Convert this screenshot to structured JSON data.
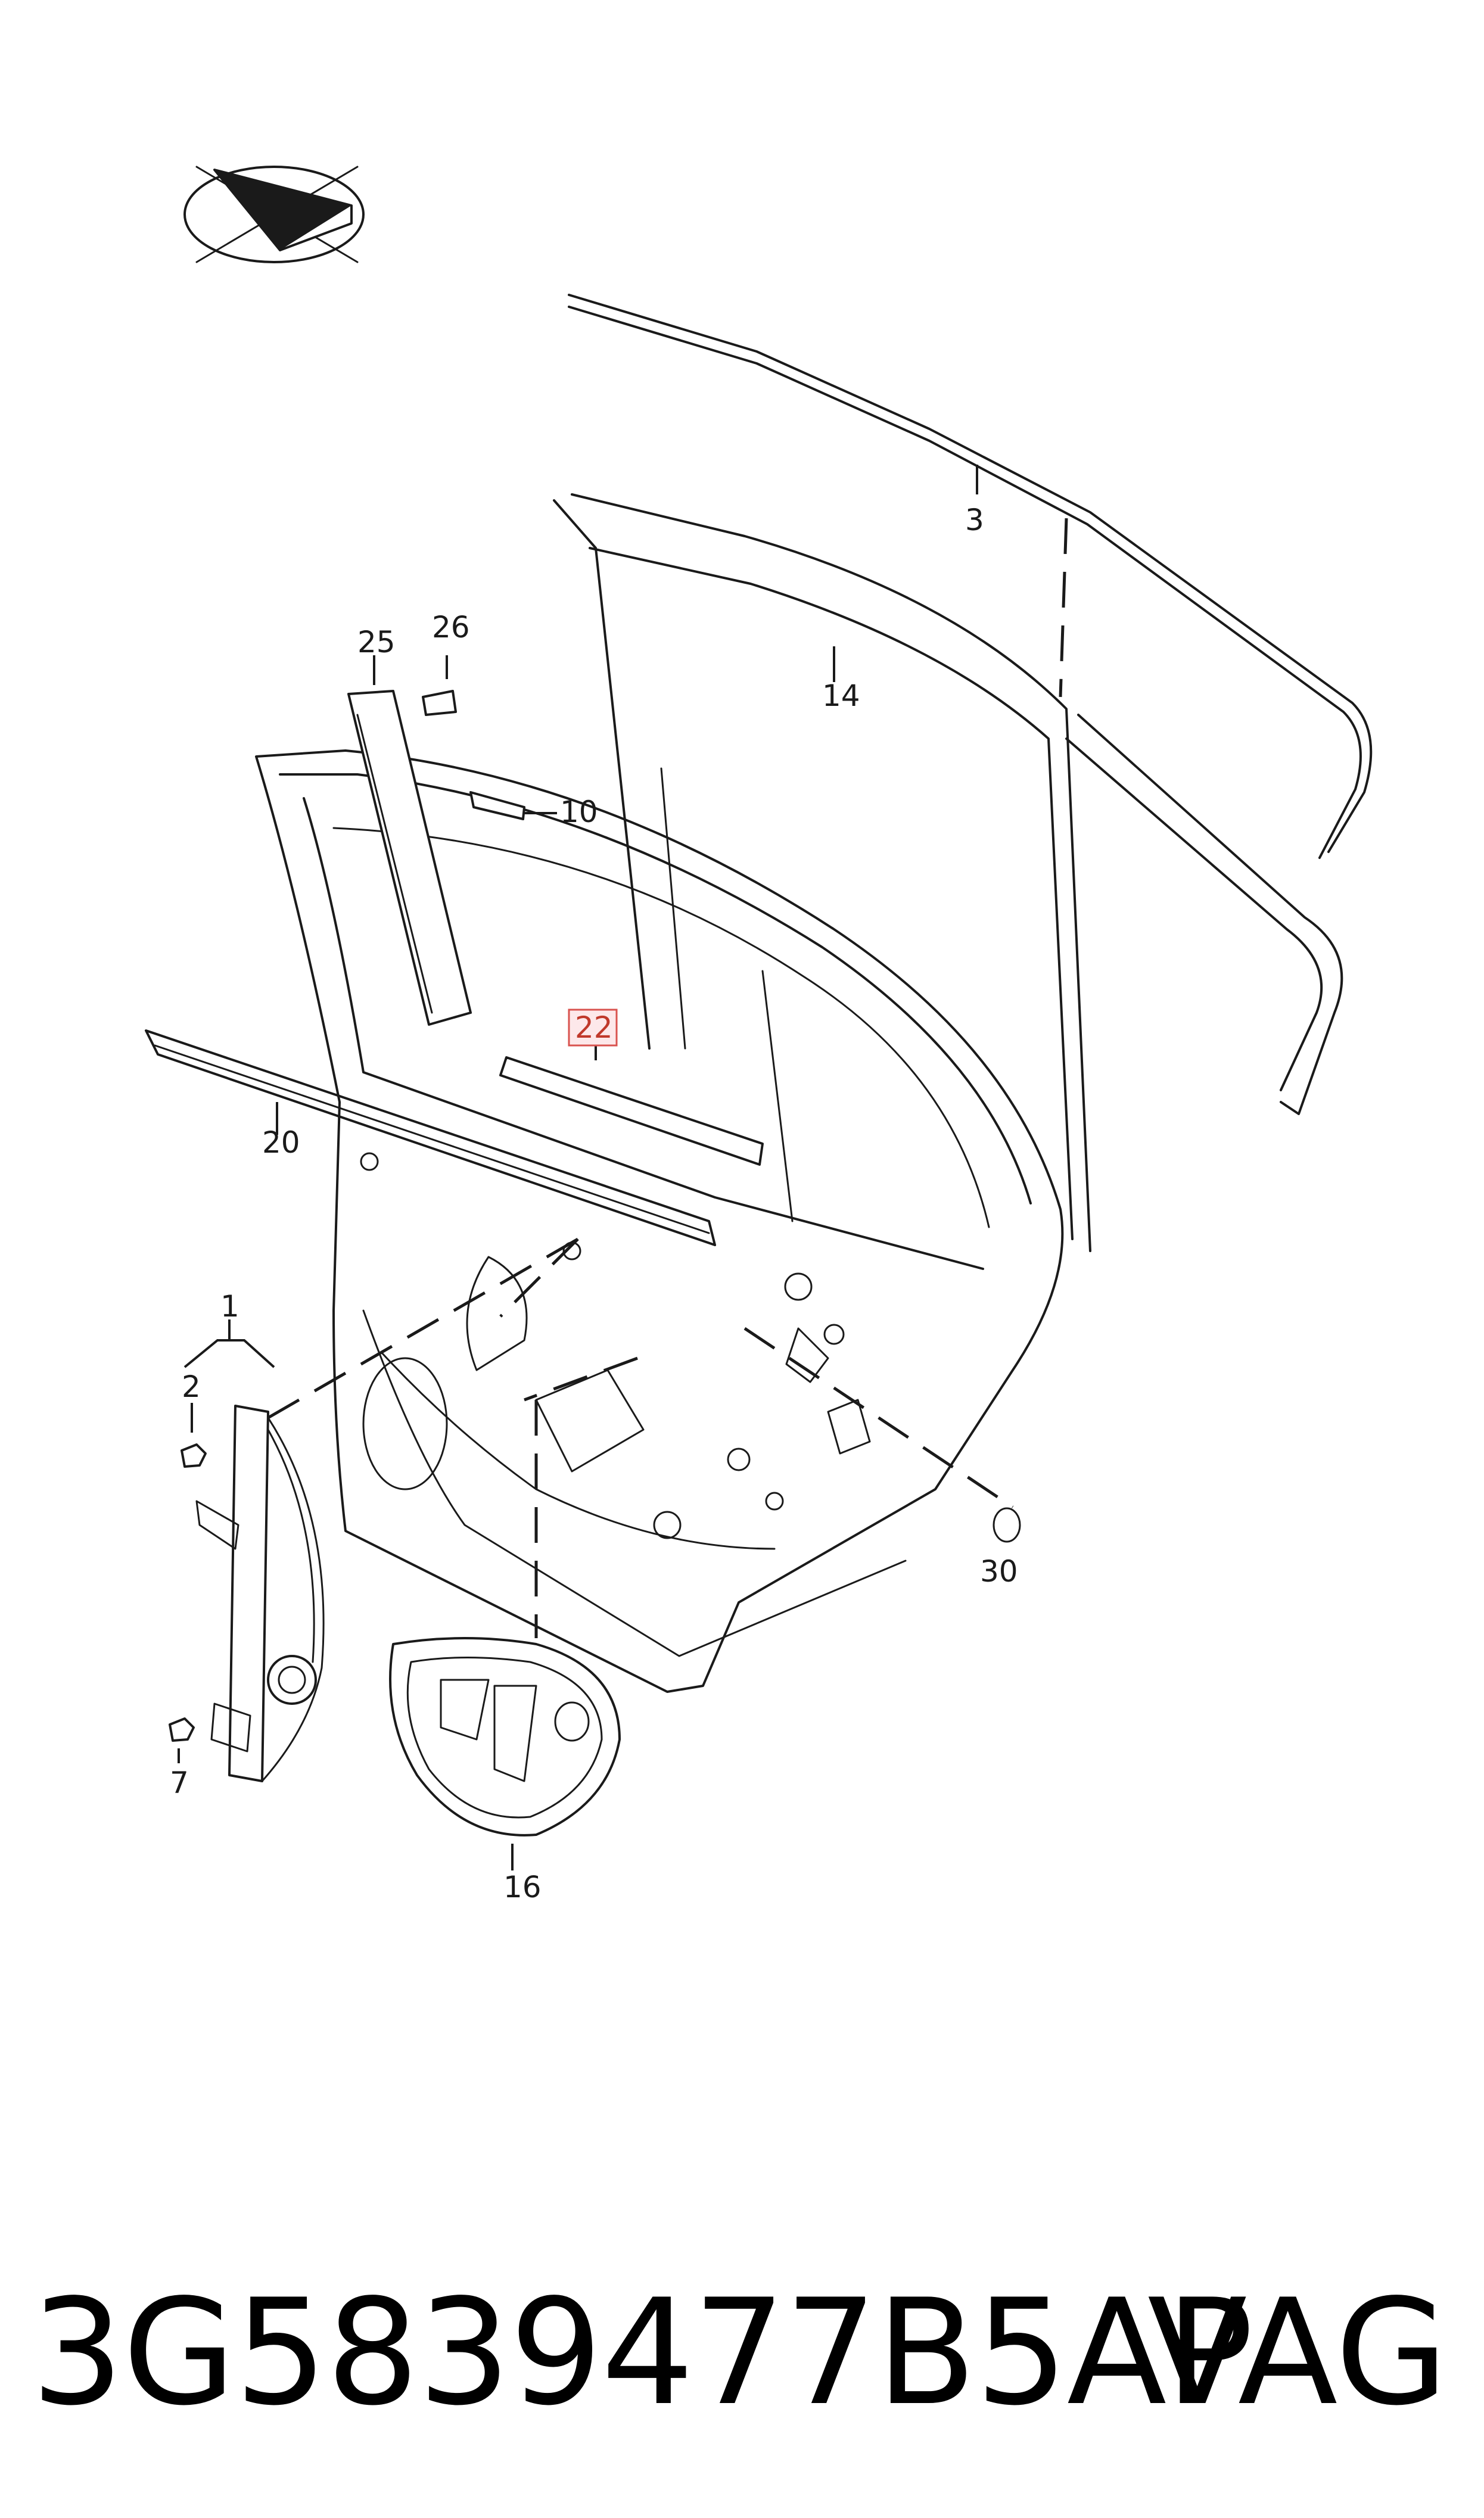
{
  "diagram": {
    "callouts": [
      {
        "id": "1",
        "label": "1"
      },
      {
        "id": "2",
        "label": "2"
      },
      {
        "id": "3",
        "label": "3"
      },
      {
        "id": "7",
        "label": "7"
      },
      {
        "id": "10",
        "label": "10"
      },
      {
        "id": "14",
        "label": "14"
      },
      {
        "id": "16",
        "label": "16"
      },
      {
        "id": "20",
        "label": "20"
      },
      {
        "id": "22",
        "label": "22",
        "highlighted": true
      },
      {
        "id": "25",
        "label": "25"
      },
      {
        "id": "26",
        "label": "26"
      },
      {
        "id": "30",
        "label": "30"
      }
    ],
    "highlight_color": "#d9534f",
    "orientation_icon": "orientation-arrow-icon"
  },
  "footer": {
    "part_number": "3G5839477B5AP",
    "brand": "VAG"
  }
}
